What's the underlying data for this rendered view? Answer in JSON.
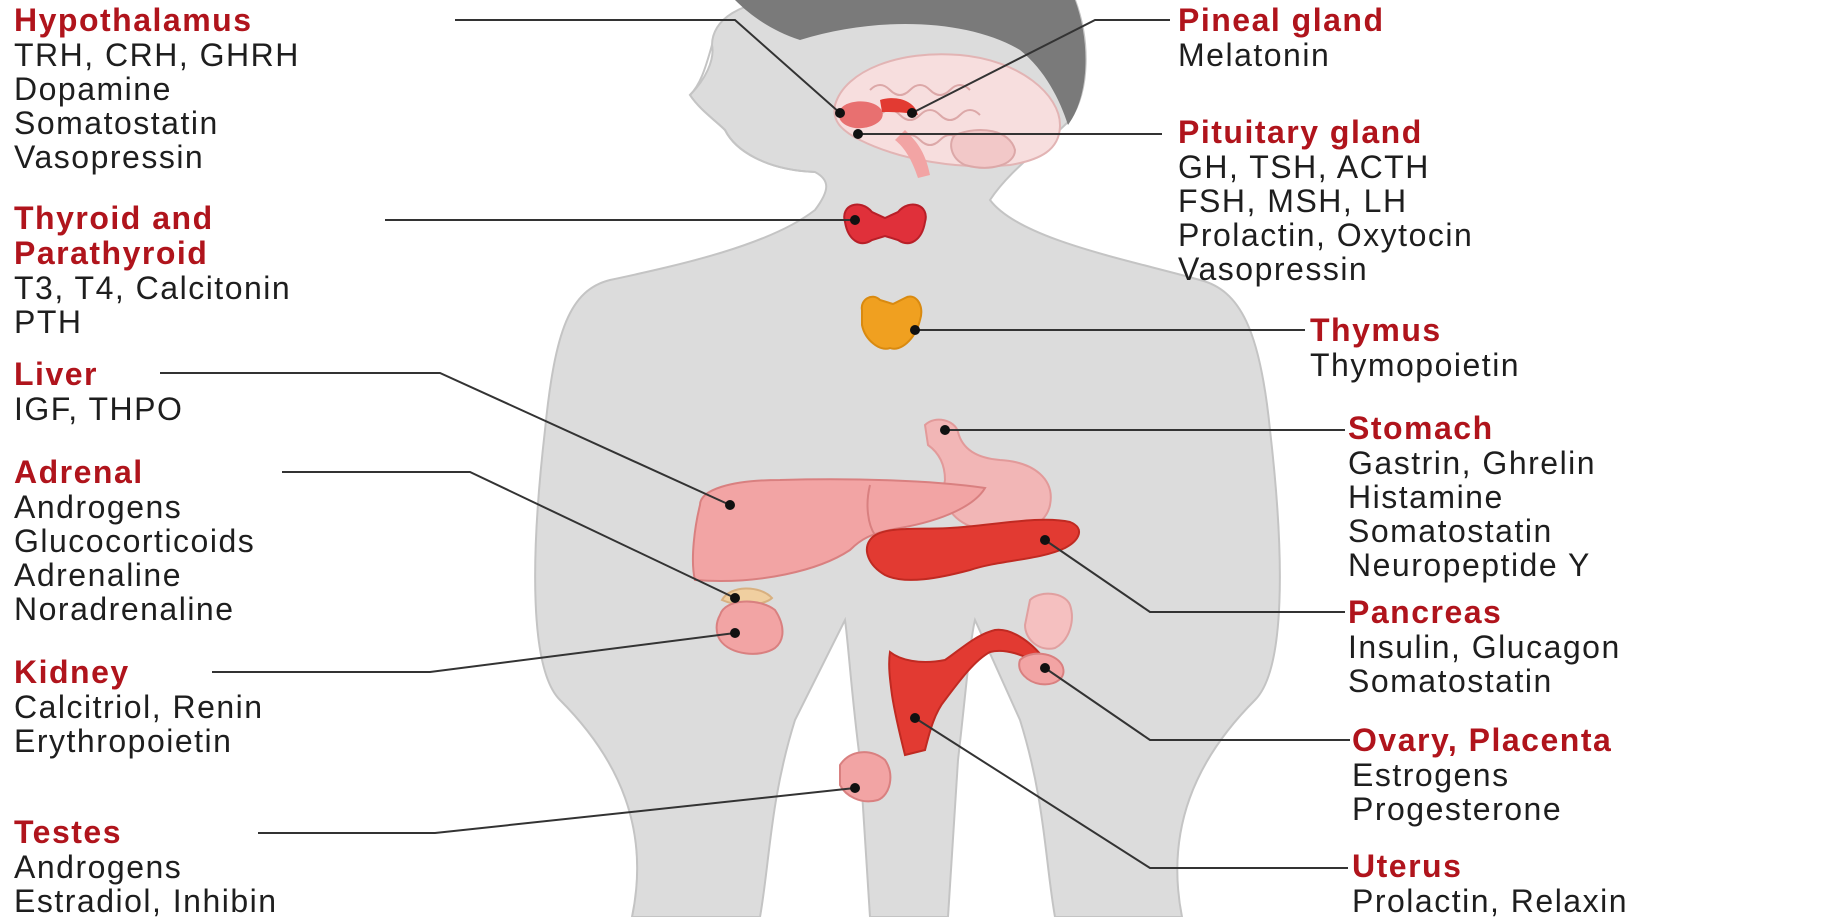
{
  "glands": {
    "hypothalamus": {
      "title": "Hypothalamus",
      "hormones": [
        "TRH, CRH, GHRH",
        "Dopamine",
        "Somatostatin",
        "Vasopressin"
      ]
    },
    "thyroid": {
      "title_lines": [
        "Thyroid and",
        "Parathyroid"
      ],
      "hormones": [
        "T3, T4, Calcitonin",
        "PTH"
      ]
    },
    "liver": {
      "title": "Liver",
      "hormones": [
        "IGF, THPO"
      ]
    },
    "adrenal": {
      "title": "Adrenal",
      "hormones": [
        "Androgens",
        "Glucocorticoids",
        "Adrenaline",
        "Noradrenaline"
      ]
    },
    "kidney": {
      "title": "Kidney",
      "hormones": [
        "Calcitriol, Renin",
        "Erythropoietin"
      ]
    },
    "testes": {
      "title": "Testes",
      "hormones": [
        "Androgens",
        "Estradiol, Inhibin"
      ]
    },
    "pineal": {
      "title": "Pineal gland",
      "hormones": [
        "Melatonin"
      ]
    },
    "pituitary": {
      "title": "Pituitary gland",
      "hormones": [
        "GH, TSH, ACTH",
        "FSH, MSH, LH",
        "Prolactin, Oxytocin",
        "Vasopressin"
      ]
    },
    "thymus": {
      "title": "Thymus",
      "hormones": [
        "Thymopoietin"
      ]
    },
    "stomach": {
      "title": "Stomach",
      "hormones": [
        "Gastrin, Ghrelin",
        "Histamine",
        "Somatostatin",
        "Neuropeptide Y"
      ]
    },
    "pancreas": {
      "title": "Pancreas",
      "hormones": [
        "Insulin, Glucagon",
        "Somatostatin"
      ]
    },
    "ovary": {
      "title": "Ovary, Placenta",
      "hormones": [
        "Estrogens",
        "Progesterone"
      ]
    },
    "uterus": {
      "title": "Uterus",
      "hormones": [
        "Prolactin, Relaxin"
      ]
    }
  },
  "colors": {
    "title": "#b0141c",
    "text": "#1e1e1e",
    "body": "#dcdcdc",
    "body_outline": "#c4c4c4",
    "hair": "#7a7a7a",
    "organ_pink": "#f2a4a4",
    "organ_red": "#e23a32",
    "thymus_orange": "#f0a020"
  }
}
